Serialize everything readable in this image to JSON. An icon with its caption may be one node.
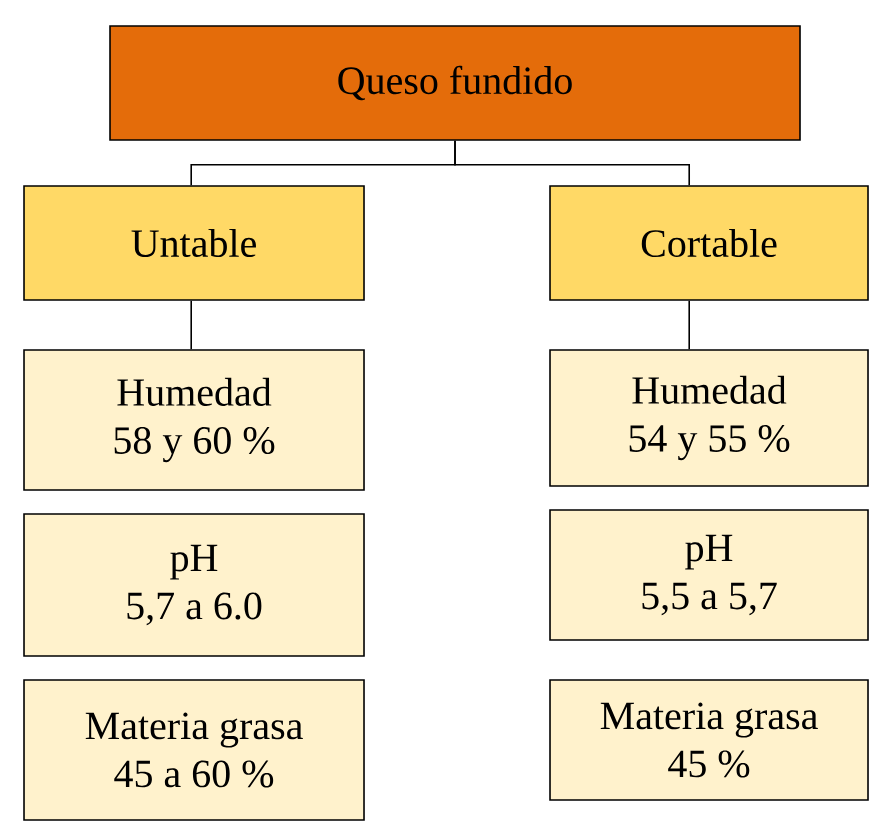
{
  "diagram": {
    "nodes": [
      {
        "text": [
          "Queso fundido"
        ]
      },
      {
        "text": [
          "Untable"
        ]
      },
      {
        "text": [
          "Cortable"
        ]
      },
      {
        "text": [
          "Humedad",
          "58 y 60 %"
        ]
      },
      {
        "text": [
          "pH",
          "5,7 a 6.0"
        ]
      },
      {
        "text": [
          "Materia grasa",
          "45 a 60 %"
        ]
      },
      {
        "text": [
          "Humedad",
          "54 y 55 %"
        ]
      },
      {
        "text": [
          "pH",
          "5,5 a 5,7"
        ]
      },
      {
        "text": [
          "Materia grasa",
          "45 %"
        ]
      }
    ],
    "edges": [
      {
        "from": 0,
        "to": 1,
        "arrow": "none"
      },
      {
        "from": 0,
        "to": 2,
        "arrow": "none"
      },
      {
        "from": 1,
        "to": 3,
        "arrow": "none"
      },
      {
        "from": 2,
        "to": 6,
        "arrow": "none"
      }
    ]
  }
}
